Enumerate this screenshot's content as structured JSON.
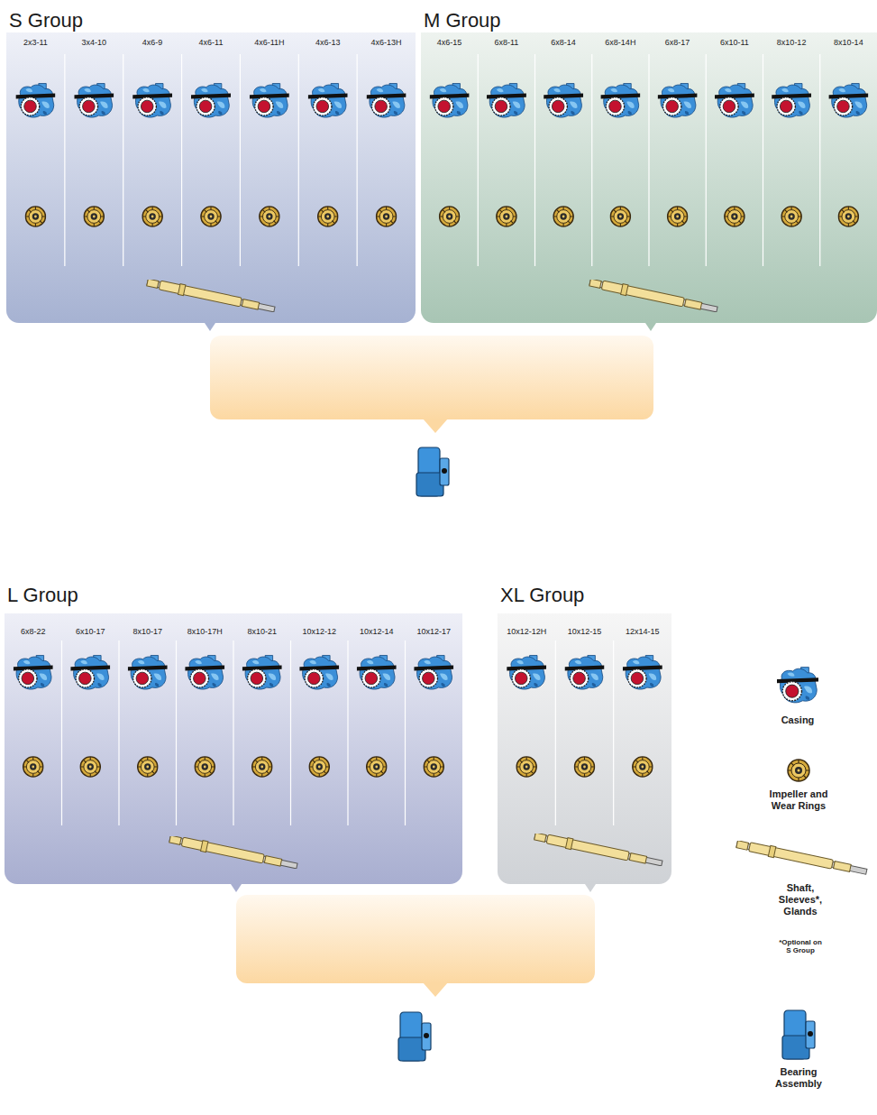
{
  "diagram": {
    "nodes": [
      {
        "text": [
          "S Group"
        ]
      },
      {
        "text": [
          "M Group"
        ]
      },
      {
        "text": [
          "L Group"
        ]
      },
      {
        "text": [
          "XL Group"
        ]
      }
    ],
    "labels": [
      "2x3-11",
      "3x4-10",
      "4x6-9",
      "4x6-11",
      "4x6-11H",
      "4x6-13",
      "4x6-13H",
      "4x6-15",
      "6x8-11",
      "6x8-14",
      "6x8-14H",
      "6x8-17",
      "6x10-11",
      "8x10-12",
      "8x10-14",
      "6x8-22",
      "6x10-17",
      "8x10-17",
      "8x10-17H",
      "8x10-21",
      "10x12-12",
      "10x12-14",
      "10x12-17",
      "10x12-12H",
      "10x12-15",
      "12x14-15",
      "*Optional on S Group"
    ],
    "legend": [
      {
        "text": "Casing"
      },
      {
        "text": "Impeller and Wear Rings"
      },
      {
        "text": "Shaft, Sleeves*, Glands"
      },
      {
        "text": "Bearing Assembly"
      }
    ]
  }
}
